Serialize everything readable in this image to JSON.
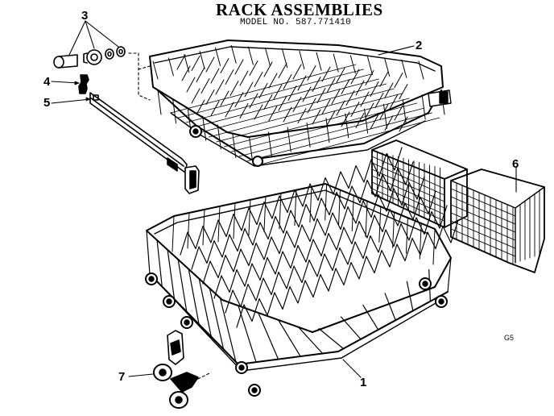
{
  "title": "RACK ASSEMBLIES",
  "model_line": "MODEL NO. 587.771410",
  "callouts": [
    "3",
    "4",
    "5",
    "2",
    "6",
    "7",
    "1"
  ],
  "stamp": "G5",
  "colors": {
    "ink": "#000000",
    "paper": "#ffffff"
  }
}
